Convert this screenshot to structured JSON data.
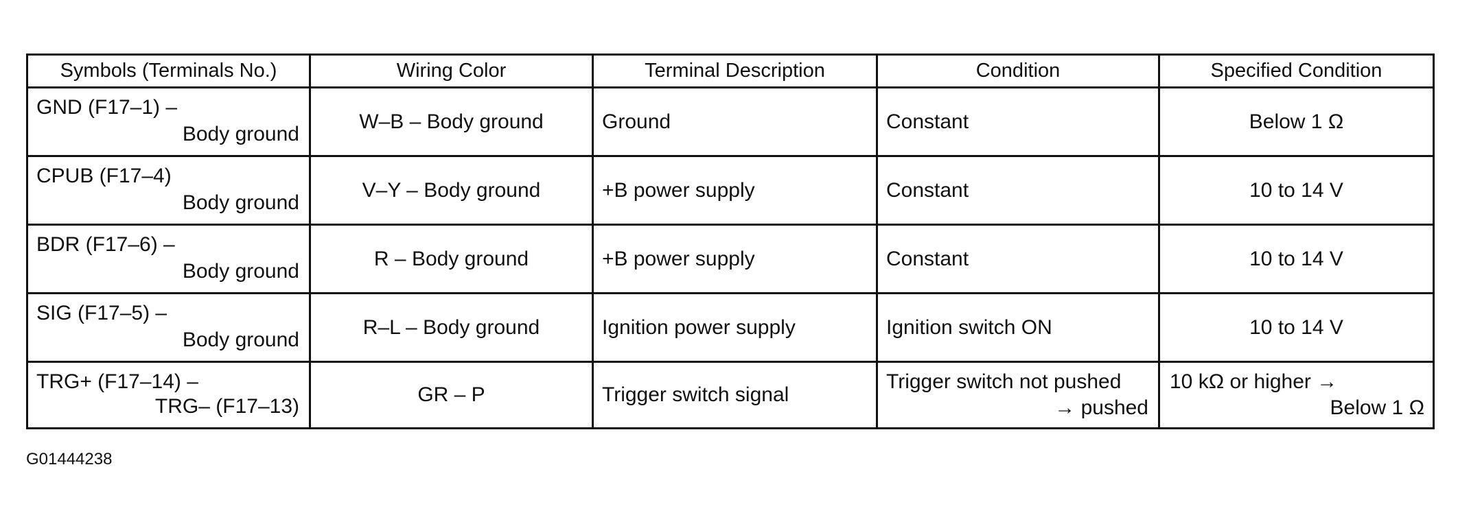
{
  "headers": [
    "Symbols (Terminals No.)",
    "Wiring Color",
    "Terminal Description",
    "Condition",
    "Specified Condition"
  ],
  "rows": [
    {
      "symbol_line1": "GND (F17–1) –",
      "symbol_line2": "Body ground",
      "wiring": "W–B – Body ground",
      "description": "Ground",
      "condition": "Constant",
      "spec": "Below 1 Ω"
    },
    {
      "symbol_line1": "CPUB (F17–4)",
      "symbol_line2": "Body ground",
      "wiring": "V–Y – Body ground",
      "description": "+B  power supply",
      "condition": "Constant",
      "spec": "10 to 14 V"
    },
    {
      "symbol_line1": "BDR (F17–6) –",
      "symbol_line2": "Body ground",
      "wiring": "R – Body ground",
      "description": "+B  power supply",
      "condition": "Constant",
      "spec": "10 to 14 V"
    },
    {
      "symbol_line1": "SIG (F17–5) –",
      "symbol_line2": "Body ground",
      "wiring": "R–L – Body ground",
      "description": "Ignition power supply",
      "condition": "Ignition switch ON",
      "spec": "10 to 14 V"
    },
    {
      "symbol_line1": "TRG+ (F17–14) –",
      "symbol_line2": "TRG– (F17–13)",
      "wiring": "GR – P",
      "description": "Trigger switch signal",
      "condition_line1": "Trigger switch not pushed",
      "condition_line2": "→ pushed",
      "spec_line1": "10 kΩ or higher  →",
      "spec_line2": "Below 1 Ω"
    }
  ],
  "figure_id": "G01444238"
}
